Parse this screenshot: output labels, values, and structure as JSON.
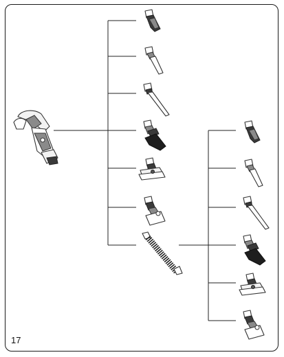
{
  "page": {
    "number": "17"
  },
  "illustrations": {
    "main_unit": "handheld-vacuum-body",
    "column_1": [
      "crevice-tool",
      "dusting-brush-tool",
      "extension-tube-short",
      "combination-brush-tool",
      "motorized-mini-brush",
      "upholstery-tool",
      "flexible-hose"
    ],
    "column_2": [
      "crevice-tool",
      "dusting-brush-tool",
      "extension-tube-short",
      "combination-brush-tool",
      "motorized-mini-brush",
      "upholstery-tool"
    ]
  }
}
